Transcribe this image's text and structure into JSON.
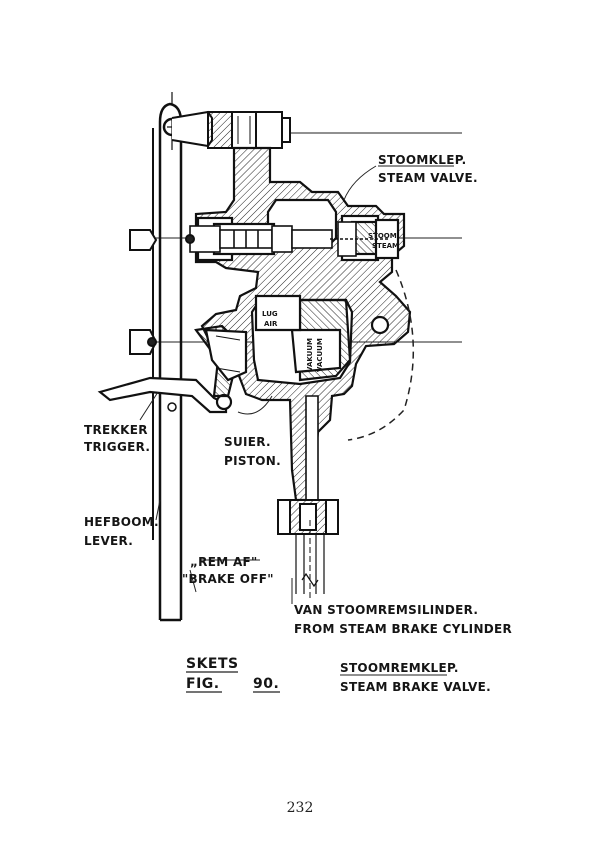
{
  "labels": {
    "steam_valve_nl": "STOOMKLEP.",
    "steam_valve_en": "STEAM VALVE.",
    "trigger_nl": "TREKKER",
    "trigger_en": "TRIGGER.",
    "piston_nl": "SUIER.",
    "piston_en": "PISTON.",
    "lever_nl": "HEFBOOM.",
    "lever_en": "LEVER.",
    "brake_off_nl": "„REM AF\"",
    "brake_off_en": "\"BRAKE OFF\"",
    "from_cylinder_nl": "VAN STOOMREMSILINDER.",
    "from_cylinder_en": "FROM STEAM BRAKE CYLINDER",
    "air_nl": "LUG",
    "air_en": "AIR",
    "vacuum_nl": "VAKUUM",
    "vacuum_en": "VACUUM",
    "steam_nl": "STOOM",
    "steam_en": "STEAM"
  },
  "caption": {
    "sketch": "SKETS",
    "fig": "FIG.",
    "number": "90.",
    "title_nl": "STOOMREMKLEP.",
    "title_en": "STEAM BRAKE VALVE."
  },
  "page_number": "232"
}
